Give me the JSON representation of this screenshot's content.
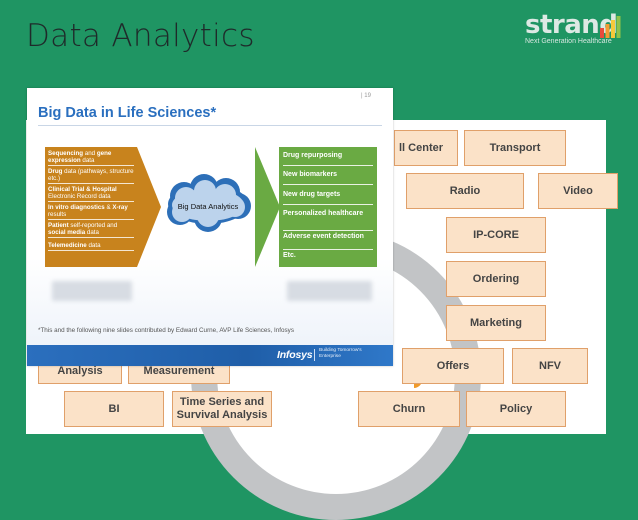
{
  "slide": {
    "title": "Data Analytics"
  },
  "brand": {
    "name": "strand",
    "tagline": "Next Generation Healthcare"
  },
  "background_diagram": {
    "boxes": {
      "call_center": "ll Center",
      "transport": "Transport",
      "radio": "Radio",
      "video": "Video",
      "ip_core": "IP-CORE",
      "ordering": "Ordering",
      "marketing": "Marketing",
      "offers": "Offers",
      "nfv": "NFV",
      "churn": "Churn",
      "policy": "Policy",
      "analysis": "Analysis",
      "measurement": "Measurement",
      "bi": "BI",
      "time_series": "Time Series and Survival Analysis"
    }
  },
  "inset_slide": {
    "title": "Big Data in Life Sciences*",
    "page_number": "19",
    "sources": [
      {
        "bold": "Sequencing",
        "rest": " and ",
        "bold2": "gene expression",
        "rest2": " data"
      },
      {
        "bold": "Drug",
        "rest": " data (pathways, structure etc.)",
        "bold2": "",
        "rest2": ""
      },
      {
        "bold": "Clinical Trial & Hospital",
        "rest": " Electronic Record data",
        "bold2": "",
        "rest2": ""
      },
      {
        "bold": "In vitro diagnostics",
        "rest": " & ",
        "bold2": "X-ray",
        "rest2": " results"
      },
      {
        "bold": "Patient",
        "rest": " self-reported and ",
        "bold2": "social media",
        "rest2": " data"
      },
      {
        "bold": "Telemedicine",
        "rest": " data",
        "bold2": "",
        "rest2": ""
      }
    ],
    "center_label": "Big Data Analytics",
    "outcomes": [
      "Drug repurposing",
      "New biomarkers",
      "New drug targets",
      "Personalized healthcare",
      "Adverse event detection",
      "Etc."
    ],
    "footnote": "*This and the following nine slides contributed by Edward Curne, AVP Life Sciences, Infosys",
    "footer_logo": "Infosys",
    "footer_tagline": "Building Tomorrow's Enterprise",
    "colors": {
      "source_panel": "#c8831d",
      "outcome_panel": "#6aaa43",
      "title": "#2a6fbf",
      "footer": "#2b6fbe"
    }
  },
  "colors": {
    "slide_background": "#1f9563",
    "box_fill": "#fbe2c8",
    "box_border": "#e0a06a",
    "wheel_ring": "#c2c4c6"
  }
}
